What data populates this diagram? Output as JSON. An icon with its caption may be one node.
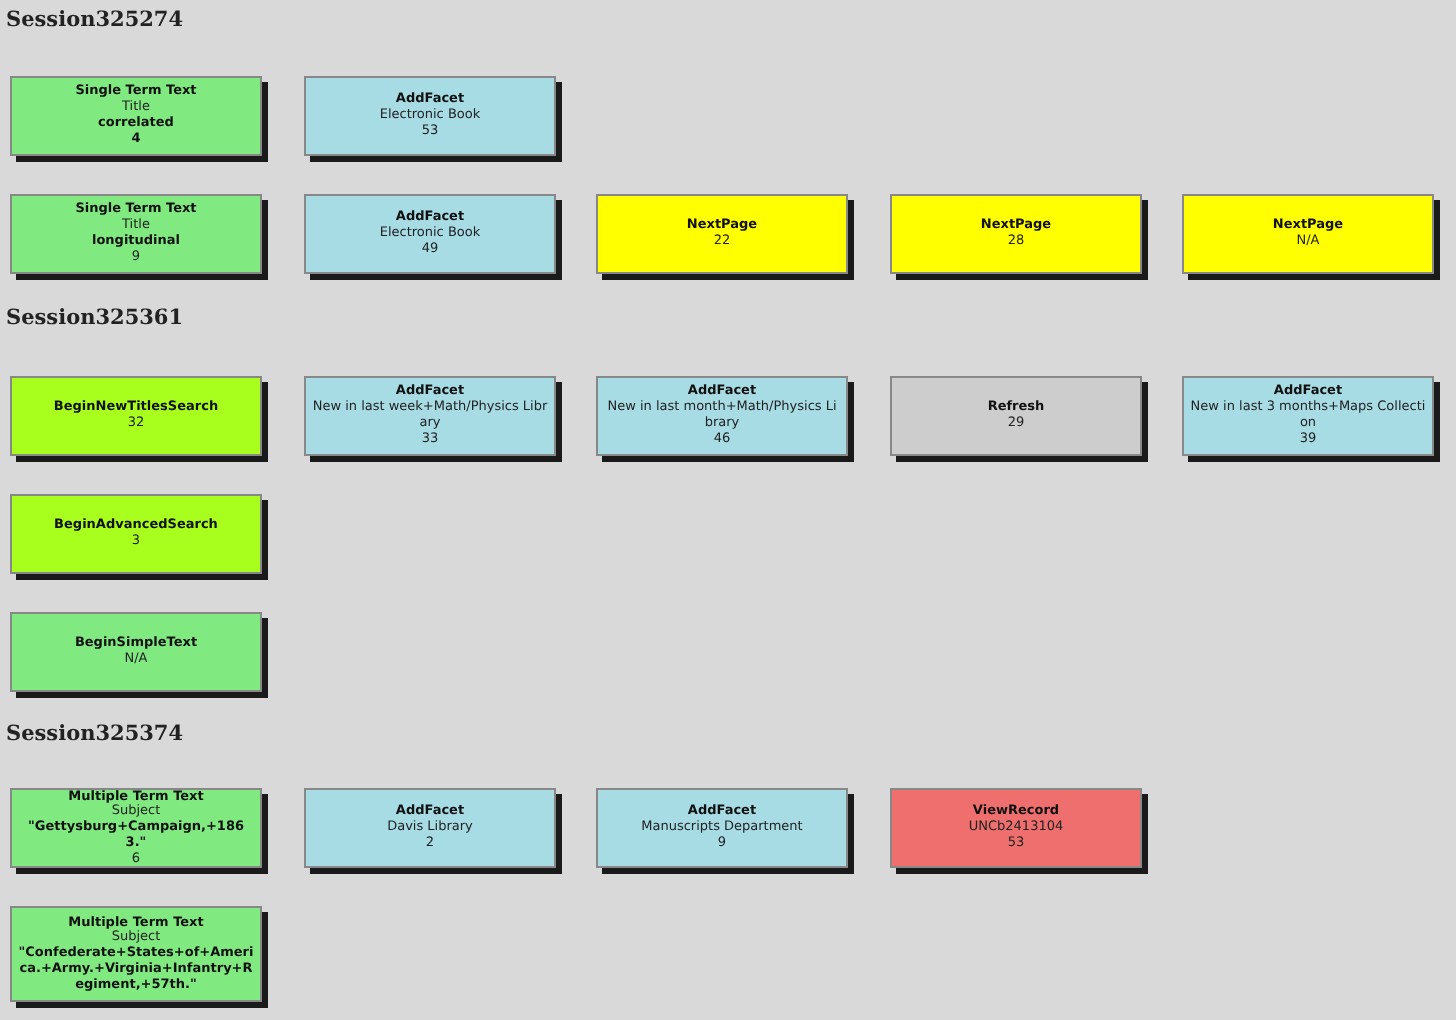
{
  "diagram": {
    "nodes": [
      {
        "text": [
          "Single Term Text",
          "Title",
          "correlated",
          "4"
        ]
      },
      {
        "text": [
          "AddFacet",
          "Electronic Book",
          "53"
        ]
      },
      {
        "text": [
          "Single Term Text",
          "Title",
          "longitudinal",
          "9"
        ]
      },
      {
        "text": [
          "AddFacet",
          "Electronic Book",
          "49"
        ]
      },
      {
        "text": [
          "NextPage",
          "22"
        ]
      },
      {
        "text": [
          "NextPage",
          "28"
        ]
      },
      {
        "text": [
          "NextPage",
          "N/A"
        ]
      },
      {
        "text": [
          "BeginNewTitlesSearch",
          "32"
        ]
      },
      {
        "text": [
          "AddFacet",
          "New in last week+Math/Physics Library",
          "33"
        ]
      },
      {
        "text": [
          "AddFacet",
          "New in last month+Math/Physics Library",
          "46"
        ]
      },
      {
        "text": [
          "Refresh",
          "29"
        ]
      },
      {
        "text": [
          "AddFacet",
          "New in last 3 months+Maps Collection",
          "39"
        ]
      },
      {
        "text": [
          "BeginAdvancedSearch",
          "3"
        ]
      },
      {
        "text": [
          "BeginSimpleText",
          "N/A"
        ]
      },
      {
        "text": [
          "Multiple Term Text",
          "Subject",
          "\"Gettysburg+Campaign,+1863.\"",
          "6"
        ]
      },
      {
        "text": [
          "AddFacet",
          "Davis Library",
          "2"
        ]
      },
      {
        "text": [
          "AddFacet",
          "Manuscripts Department",
          "9"
        ]
      },
      {
        "text": [
          "ViewRecord",
          "UNCb2413104",
          "53"
        ]
      },
      {
        "text": [
          "Multiple Term Text",
          "Subject",
          "\"Confederate+States+of+America.+Army.+Virginia+Infantry+Regiment,+57th.\""
        ]
      }
    ],
    "labels": [
      "Session325274",
      "Session325361",
      "Session325374"
    ]
  }
}
